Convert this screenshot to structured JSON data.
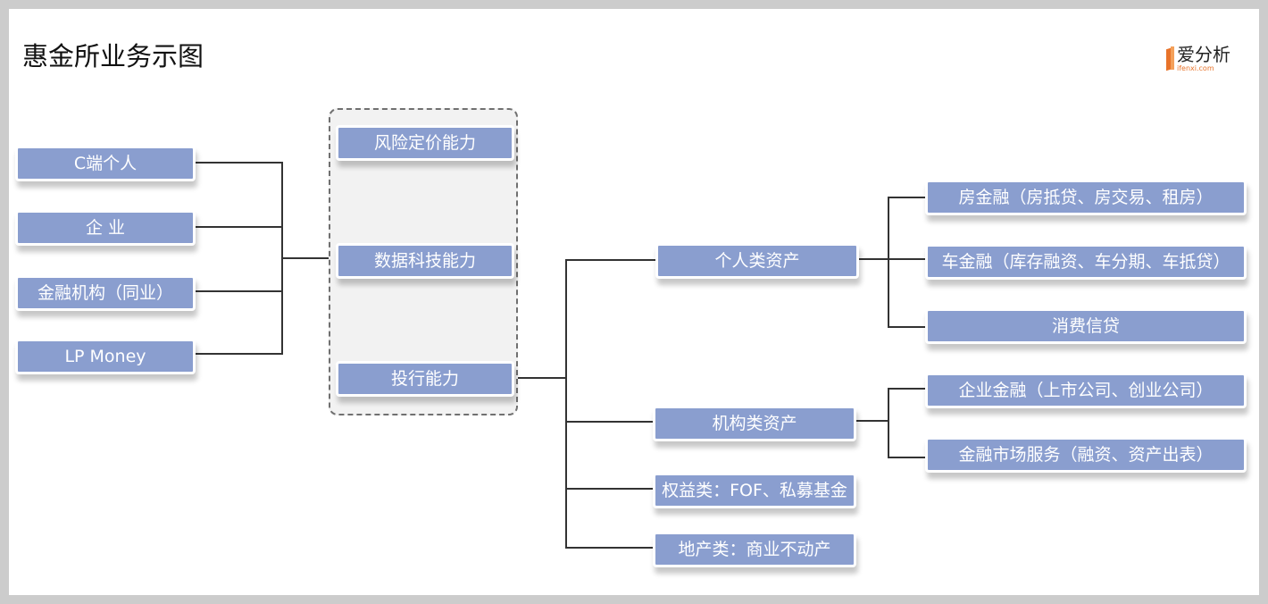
{
  "title": "惠金所业务示图",
  "logo": {
    "name": "爱分析",
    "url_text": "ifenxi.com",
    "accent": "#e8732a"
  },
  "colors": {
    "node_fill": "#8a9ecf",
    "line": "#333333",
    "group_fill": "#f2f2f2"
  },
  "sources": [
    {
      "label": "C端个人"
    },
    {
      "label": "企  业"
    },
    {
      "label": "金融机构（同业）"
    },
    {
      "label": "LP Money"
    }
  ],
  "capabilities": [
    {
      "label": "风险定价能力"
    },
    {
      "label": "数据科技能力"
    },
    {
      "label": "投行能力"
    }
  ],
  "asset_classes": [
    {
      "label": "个人类资产"
    },
    {
      "label": "机构类资产"
    },
    {
      "label": "权益类：FOF、私募基金"
    },
    {
      "label": "地产类：商业不动产"
    }
  ],
  "personal_assets": [
    {
      "label": "房金融（房抵贷、房交易、租房）"
    },
    {
      "label": "车金融（库存融资、车分期、车抵贷）"
    },
    {
      "label": "消费信贷"
    }
  ],
  "institutional_assets": [
    {
      "label": "企业金融（上市公司、创业公司）"
    },
    {
      "label": "金融市场服务（融资、资产出表）"
    }
  ]
}
